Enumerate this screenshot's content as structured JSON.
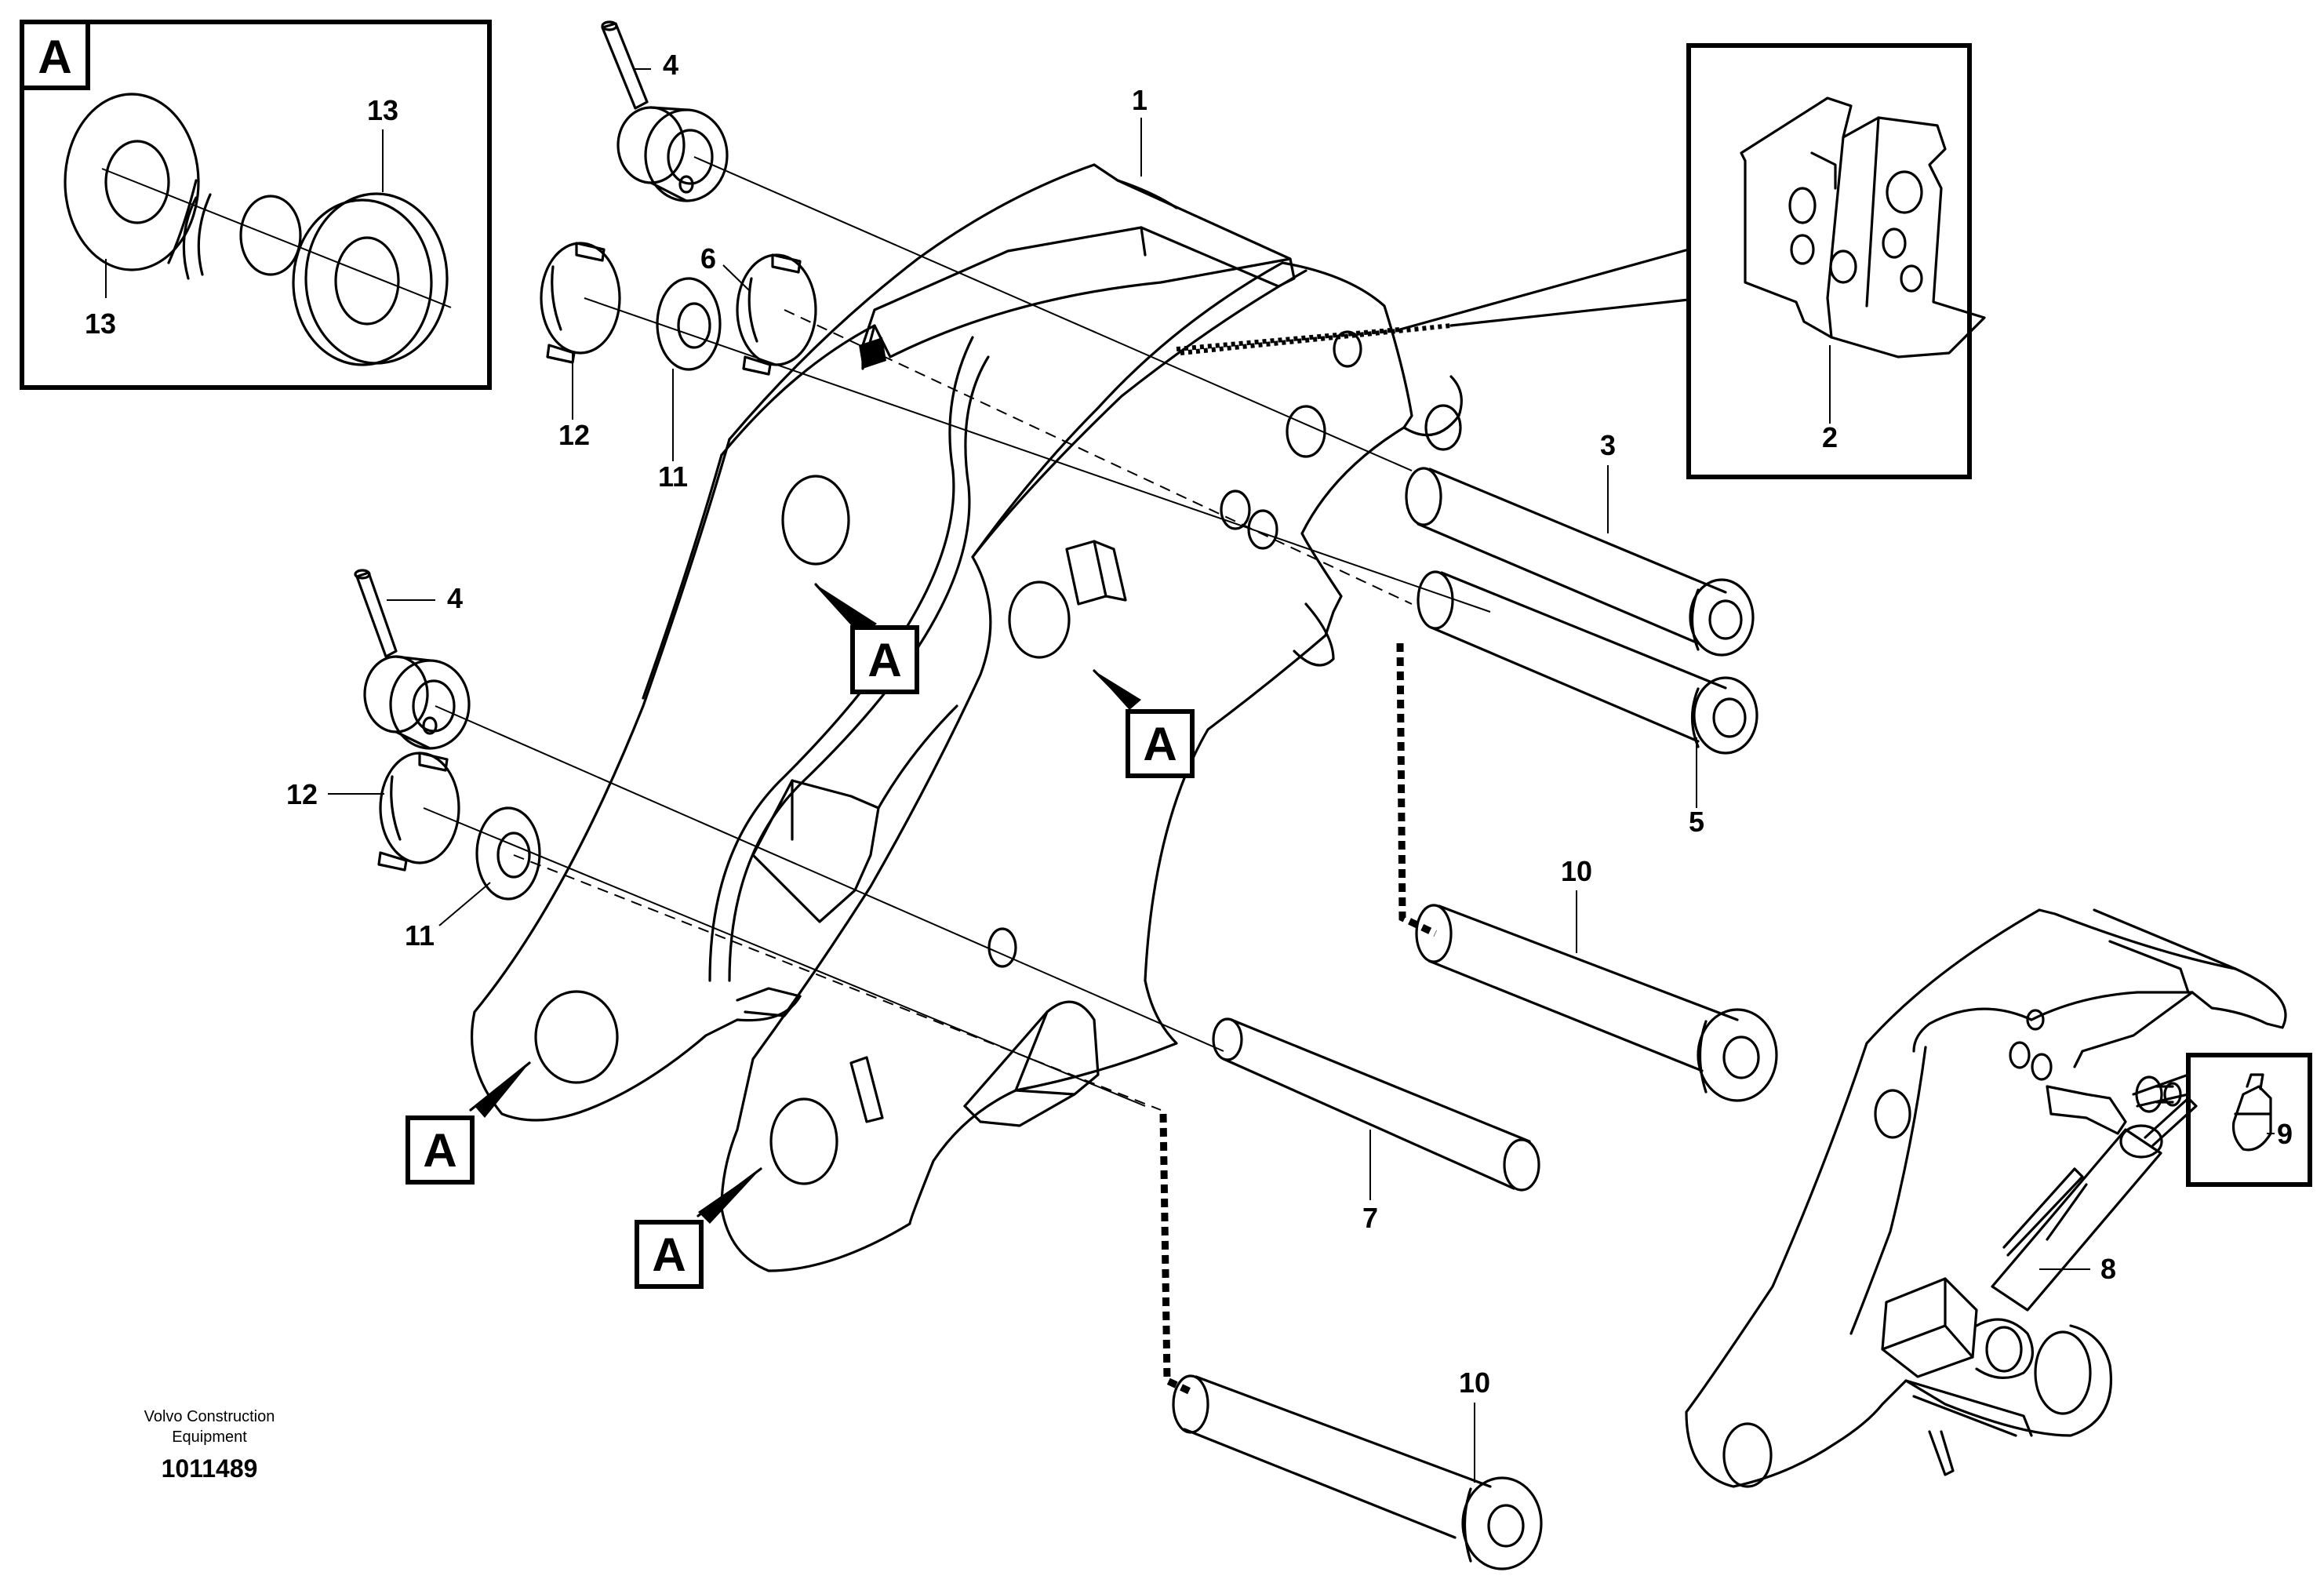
{
  "detail_letter": "A",
  "part_numbers": {
    "p1": "1",
    "p2": "2",
    "p3": "3",
    "p4a": "4",
    "p4b": "4",
    "p5": "5",
    "p6": "6",
    "p7": "7",
    "p8": "8",
    "p9": "9",
    "p10a": "10",
    "p10b": "10",
    "p11a": "11",
    "p11b": "11",
    "p12a": "12",
    "p12b": "12",
    "p13a": "13",
    "p13b": "13"
  },
  "footer": {
    "company_line1": "Volvo Construction",
    "company_line2": "Equipment",
    "drawing_number": "1011489"
  }
}
